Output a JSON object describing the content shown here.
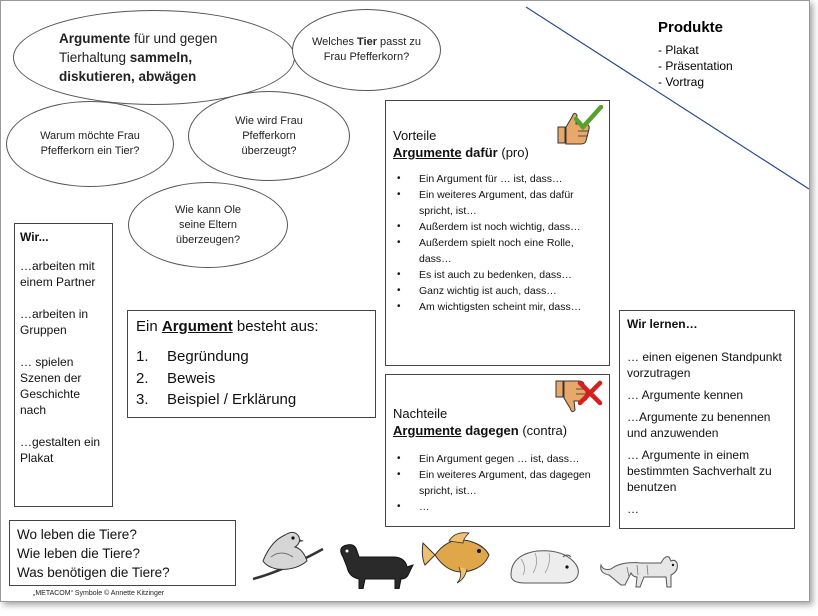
{
  "bubbles": {
    "argumente": {
      "bold1": "Argumente",
      "text1": " für und gegen Tierhaltung ",
      "bold2": "sammeln, diskutieren,  abwägen"
    },
    "welches_tier": {
      "pre": "Welches ",
      "bold": "Tier",
      "post": " passt zu Frau Pfefferkorn?"
    },
    "warum": "Warum möchte Frau Pfefferkorn ein Tier?",
    "wie_wird": "Wie wird Frau Pfefferkorn überzeugt?",
    "wie_kann": "Wie kann Ole seine Eltern überzeugen?"
  },
  "produkte": {
    "title": "Produkte",
    "items": [
      "- Plakat",
      "- Präsentation",
      "- Vortrag"
    ]
  },
  "wir": {
    "title": "Wir...",
    "items": [
      "…arbeiten  mit einem Partner",
      "…arbeiten  in Gruppen",
      "… spielen Szenen der Geschichte nach",
      "…gestalten ein Plakat"
    ]
  },
  "argument_box": {
    "pre": "Ein ",
    "bold": "Argument",
    "post": " besteht aus:",
    "items": [
      {
        "num": "1.",
        "text": "Begründung"
      },
      {
        "num": "2.",
        "text": "Beweis"
      },
      {
        "num": "3.",
        "text": "Beispiel / Erklärung"
      }
    ]
  },
  "vorteile": {
    "title": "Vorteile",
    "sub_bold": "Argumente",
    "sub_bold2": " dafür",
    "sub_rest": " (pro)",
    "items": [
      "Ein Argument für … ist, dass…",
      "Ein weiteres Argument,  das dafür spricht, ist…",
      "Außerdem  ist noch wichtig, dass…",
      "Außerdem  spielt noch eine Rolle, dass…",
      "Es ist auch zu bedenken,  dass…",
      "Ganz wichtig ist auch, dass…",
      "Am  wichtigsten scheint mir, dass…"
    ]
  },
  "nachteile": {
    "title": "Nachteile",
    "sub_bold": "Argumente",
    "sub_bold2": " dagegen",
    "sub_rest": " (contra)",
    "items": [
      "Ein Argument  gegen … ist, dass…",
      "Ein weiteres Argument,  das dagegen spricht, ist…",
      "…"
    ]
  },
  "wir_lernen": {
    "title": "Wir lernen…",
    "items": [
      "… einen eigenen Standpunkt vorzutragen",
      "… Argumente  kennen",
      "…Argumente zu benennen und anzuwenden",
      "… Argumente  in einem bestimmten Sachverhalt zu benutzen",
      "…"
    ]
  },
  "tiere": {
    "lines": [
      "Wo leben die Tiere?",
      "Wie leben die Tiere?",
      "Was benötigen die Tiere?"
    ]
  },
  "credit": "„METACOM“ Symbole © Annette Kitzinger",
  "colors": {
    "check": "#5aa02c",
    "cross": "#d81e1e",
    "line": "#2b4f8a",
    "thumb": "#e8a86a"
  }
}
